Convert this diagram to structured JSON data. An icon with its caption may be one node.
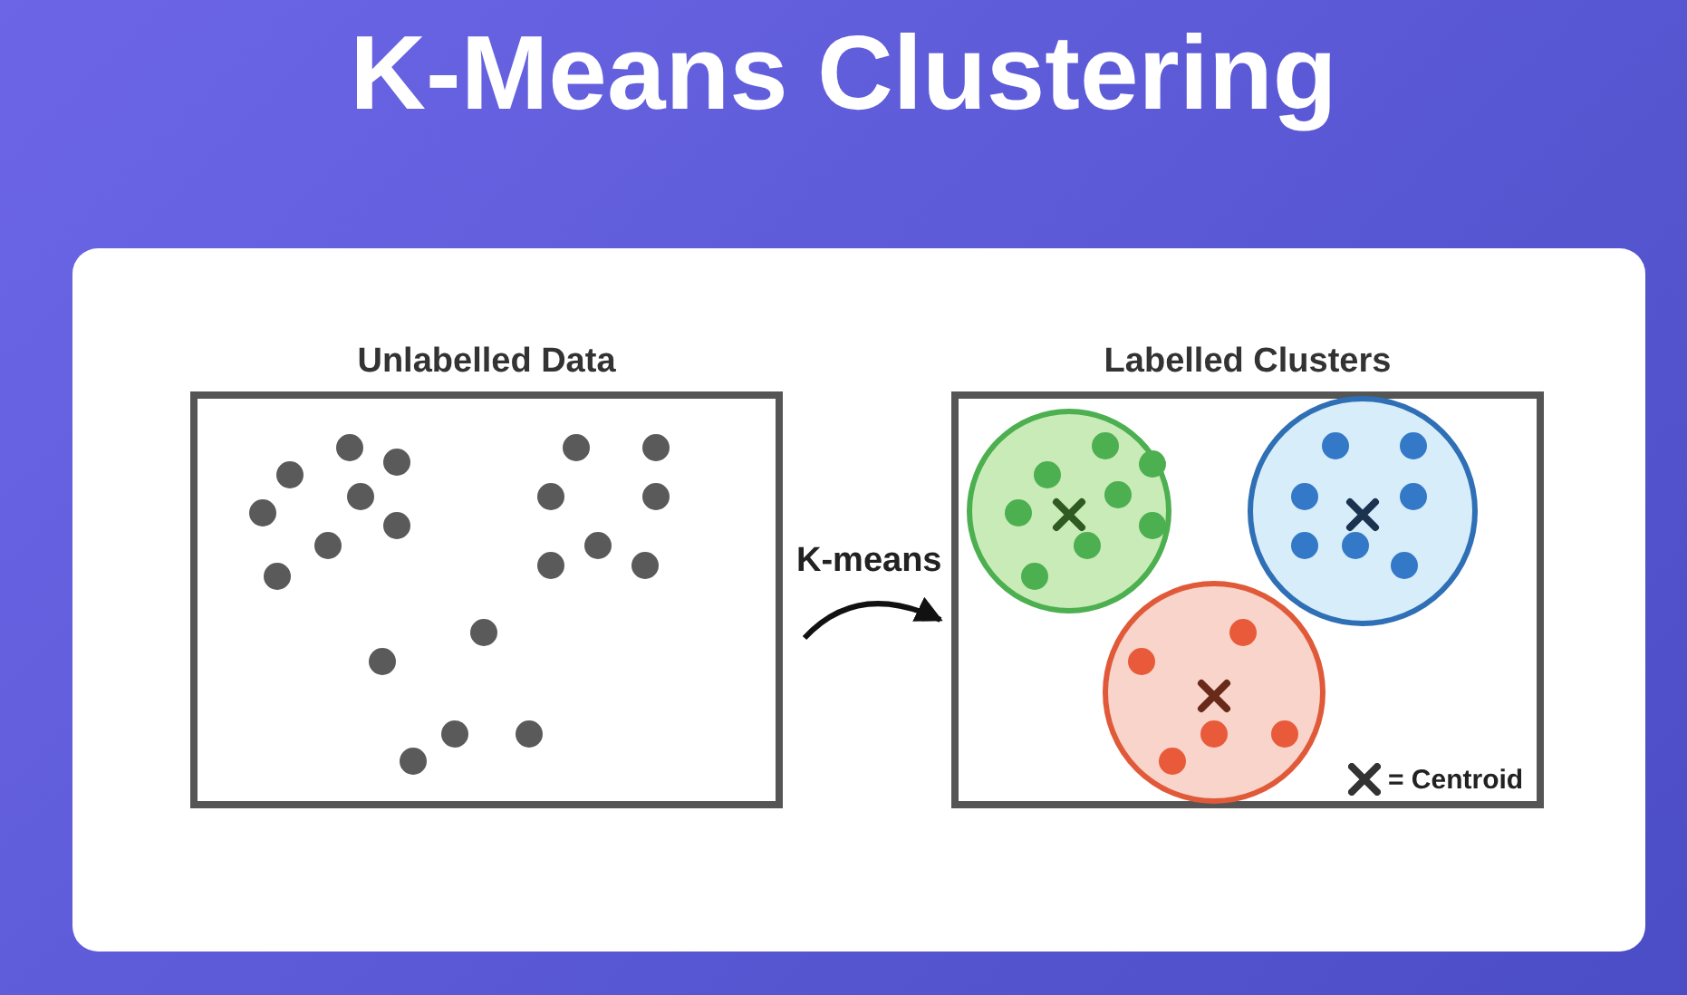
{
  "diagram": {
    "title": "K-Means Clustering",
    "nodes": [
      {
        "text": [
          "Unlabelled Data"
        ]
      },
      {
        "text": [
          "Labelled Clusters"
        ]
      }
    ],
    "edges": [
      {
        "from": 0,
        "to": 1,
        "arrow": "to",
        "label": "K-means"
      }
    ],
    "legend": [
      {
        "text": "= Centroid"
      }
    ]
  }
}
